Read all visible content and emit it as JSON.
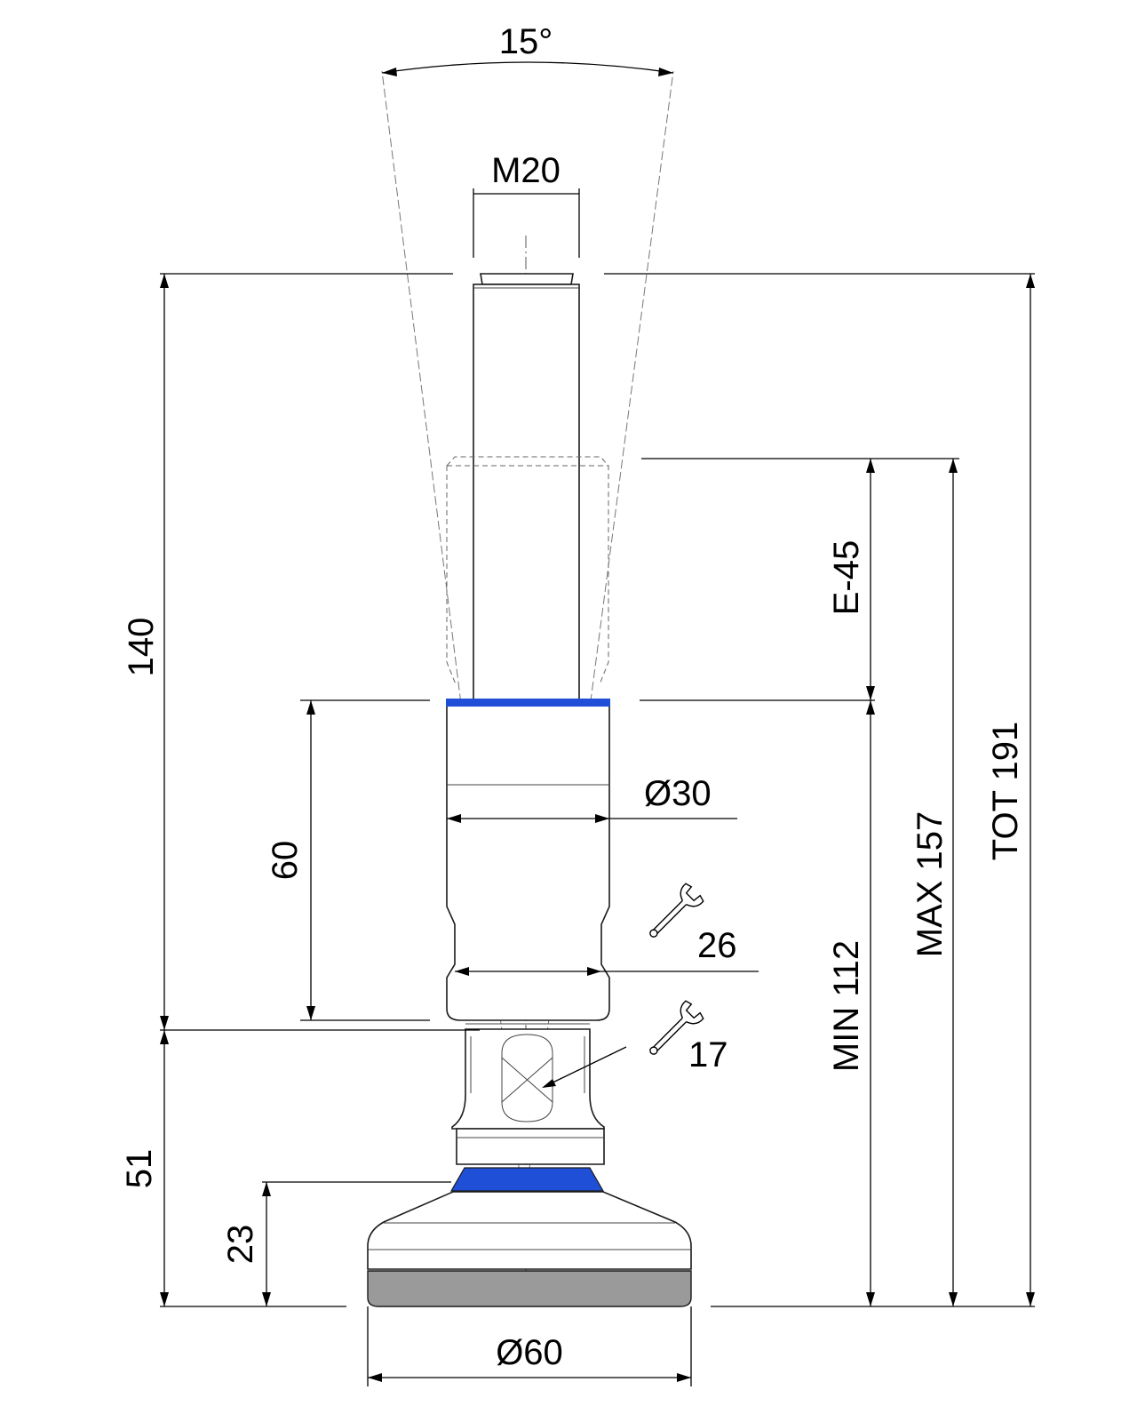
{
  "colors": {
    "ring_blue": "#1f4fd6",
    "pad_grey": "#9a9a9a",
    "line": "#000000"
  },
  "labels": {
    "angle": "15°",
    "thread": "M20",
    "stud_length": "140",
    "body_height": "60",
    "base_height": "51",
    "pad_height": "23",
    "body_diameter": "Ø30",
    "base_diameter": "Ø60",
    "adjust": "E-45",
    "min_height": "MIN 112",
    "max_height": "MAX 157",
    "total_height": "TOT 191",
    "wrench_large": "26",
    "wrench_small": "17"
  },
  "icons": [
    "wrench-icon",
    "wrench-icon"
  ]
}
